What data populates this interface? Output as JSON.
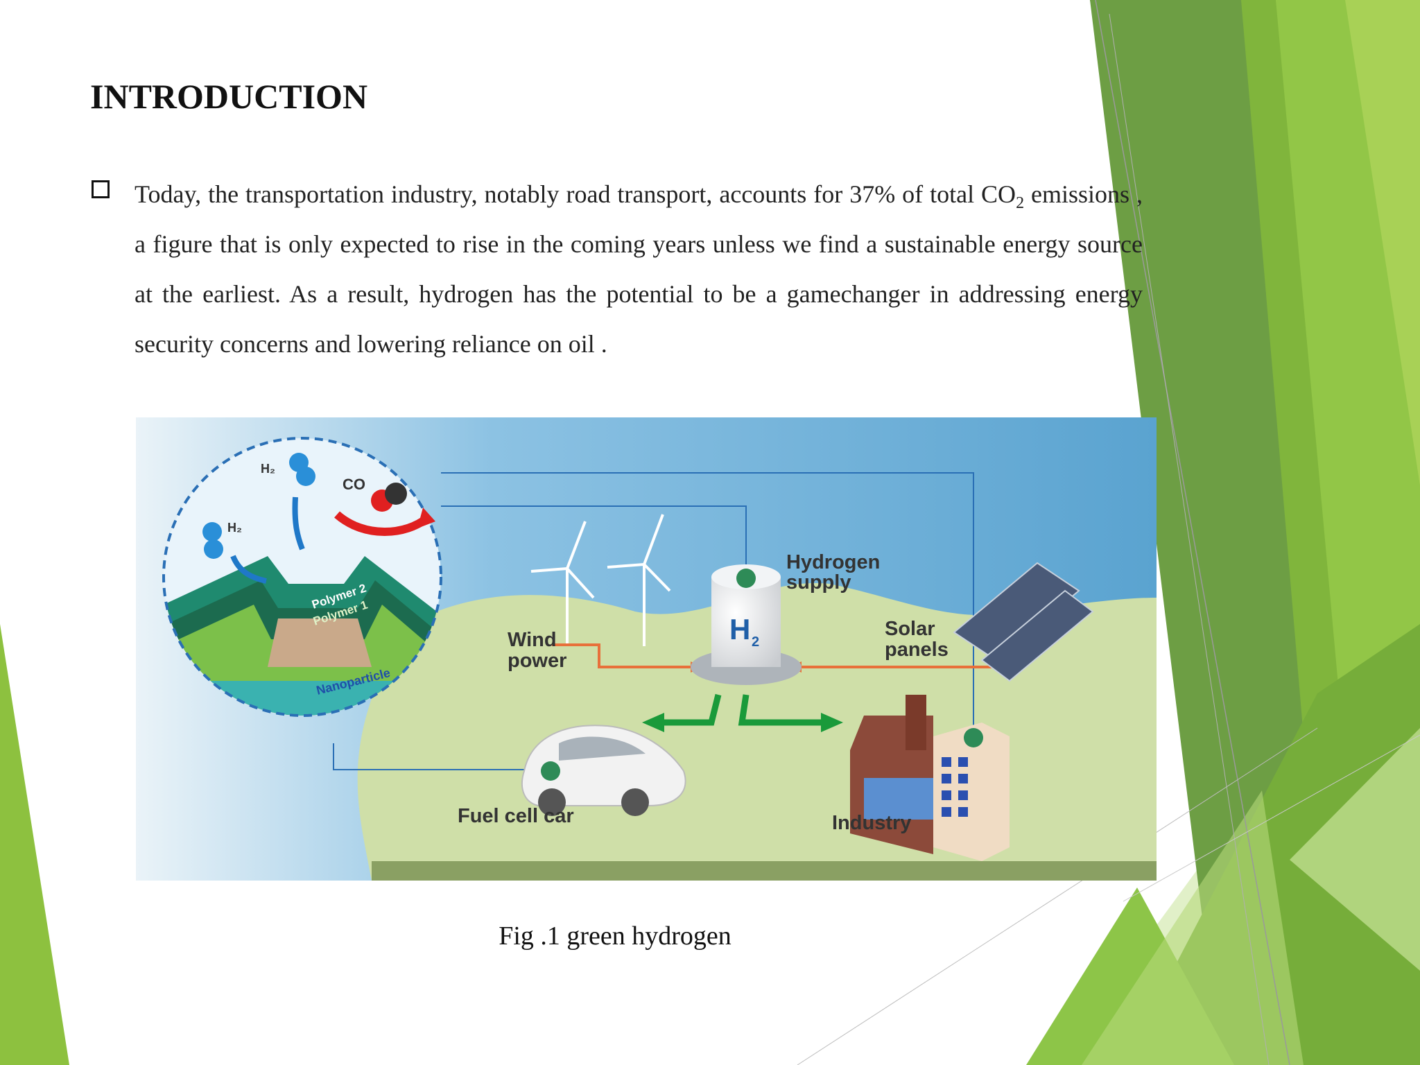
{
  "slide": {
    "title": "INTRODUCTION",
    "paragraph": {
      "text_1": "Today, the transportation industry, notably road transport, accounts for 37% of total CO",
      "subscript": "2",
      "text_2": " emissions , a figure that is only expected to rise in the coming years unless we find a sustainable energy source at the earliest. As a result, hydrogen has the potential to be a gamechanger in addressing energy security concerns and lowering reliance on oil ."
    },
    "caption": "Fig .1 green hydrogen"
  },
  "figure": {
    "labels": {
      "h2_top": "H₂",
      "h2_left": "H₂",
      "co": "CO",
      "polymer2": "Polymer 2",
      "polymer1": "Polymer 1",
      "nanoparticle": "Nanoparticle",
      "hydrogen_supply_1": "Hydrogen",
      "hydrogen_supply_2": "supply",
      "tank_h": "H",
      "tank_sub": "2",
      "wind_1": "Wind",
      "wind_2": "power",
      "solar_1": "Solar",
      "solar_2": "panels",
      "fuel_cell_car": "Fuel cell car",
      "industry": "Industry"
    },
    "colors": {
      "sky": "#5aa3d0",
      "land": "#cfdfa8",
      "accent_green": "#1a9a3a",
      "accent_orange": "#e8703a",
      "line_blue": "#2a6fb5"
    }
  },
  "theme": {
    "green_dark": "#5d8f3a",
    "green_mid": "#7fb53d",
    "green_light": "#9cc94a"
  }
}
